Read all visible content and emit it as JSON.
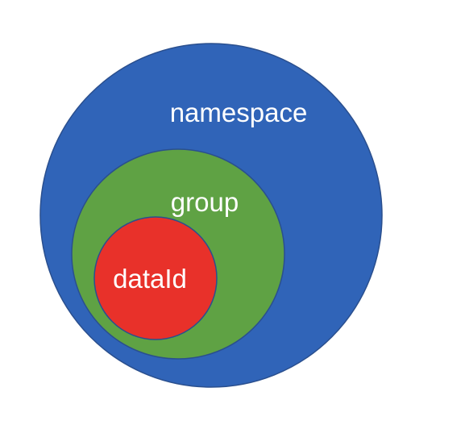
{
  "diagram": {
    "outer": {
      "label": "namespace",
      "fill": "#3064b8",
      "stroke": "#2a4f8e"
    },
    "middle": {
      "label": "group",
      "fill": "#5fa244",
      "stroke": "#2a4f8e"
    },
    "inner": {
      "label": "dataId",
      "fill": "#e8312a",
      "stroke": "#2a4f8e"
    }
  }
}
